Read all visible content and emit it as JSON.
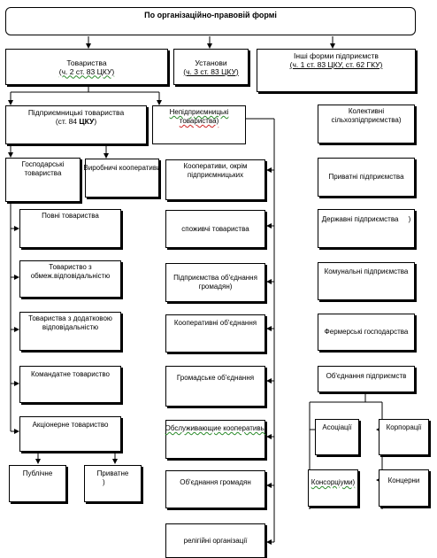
{
  "root": {
    "title": "По організаційно-правовій формі"
  },
  "level1": {
    "companies": {
      "title": "Товариства",
      "ref": "(ч. 2 ст. 83 ЦКУ)"
    },
    "institutions": {
      "title": "Установи",
      "ref": "(ч. 3 ст. 83 ЦКУ)"
    },
    "other": {
      "title": "Інші форми підприємств",
      "ref": "(ч. 1 ст. 83 ЦКУ, ст. 62 ГКУ)"
    }
  },
  "entrepreneurial": {
    "line1": "Підприємницькі товариства",
    "line2_pre": "(ст. 84 ",
    "line2_b": "ЦКУ",
    "line2_post": ")"
  },
  "non_entrepreneurial": {
    "line1": "Непідприємницькі",
    "line2": "товариства)"
  },
  "business_companies": {
    "line1": "Господарські",
    "line2": "товариства"
  },
  "production_cooperatives": {
    "label": "Виробничі кооперативи"
  },
  "business_types": [
    {
      "lines": [
        "Повні товариства"
      ]
    },
    {
      "lines": [
        "Товариство з",
        "обмеж.відповідальністю"
      ]
    },
    {
      "lines": [
        "Товариства з додатковою",
        "відповідальністю"
      ]
    },
    {
      "lines": [
        "Командатне товариство"
      ]
    },
    {
      "lines": [
        "Акціонерне товариство"
      ]
    }
  ],
  "joint_stock": {
    "public": "Публічне",
    "private": "Приватне",
    "private_paren": ")"
  },
  "non_entrepreneurial_types": [
    {
      "lines": [
        "Кооперативи, окрім",
        "підприємницьких"
      ]
    },
    {
      "lines": [
        "споживчі товариства"
      ]
    },
    {
      "lines": [
        "Підприємства об'єднання",
        "громадян)"
      ]
    },
    {
      "lines": [
        "Кооперативні об'єднання"
      ]
    },
    {
      "lines": [
        "Громадське об'єднання"
      ]
    },
    {
      "lines": [
        "Обслуживающие кооперативы"
      ]
    },
    {
      "lines": [
        "Об'єднання громадян"
      ]
    },
    {
      "lines": [
        "релігійні організації"
      ]
    }
  ],
  "other_types": {
    "collective": [
      "Колективні",
      "сільхозпідприємства)"
    ],
    "private": "Приватні підприємства",
    "state": "Державні підприємства",
    "state_paren": ")",
    "communal": "Комунальні підприємства",
    "farm": "Фермерські господарства",
    "associations_group": "Об'єднання підприємств",
    "associations": "Асоціації",
    "corporations": "Корпорації",
    "consortia": "Консорціуми)",
    "concerns": "Концерни"
  }
}
